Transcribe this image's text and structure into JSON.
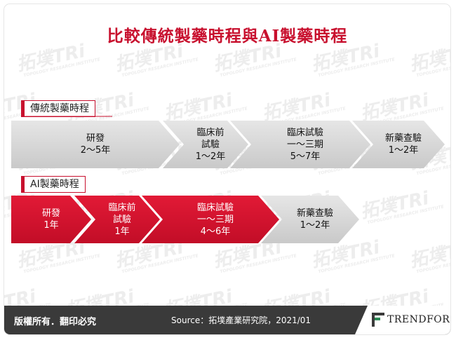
{
  "title": "比較傳統製藥時程與AI製藥時程",
  "watermark": {
    "brand": "拓墣TRi",
    "sub": "TOPOLOGY RESEARCH INSTITUTE"
  },
  "traditional": {
    "label": "傳統製藥時程",
    "stages": [
      {
        "text": "研發\n2～5年"
      },
      {
        "text": "臨床前\n試驗\n1～2年"
      },
      {
        "text": "臨床試驗\n一～三期\n5～7年"
      },
      {
        "text": "新藥查驗\n1～2年"
      }
    ]
  },
  "ai": {
    "label": "AI製藥時程",
    "stages": [
      {
        "text": "研發\n1年"
      },
      {
        "text": "臨床前\n試驗\n1年"
      },
      {
        "text": "臨床試驗\n一～三期\n4～6年"
      },
      {
        "text": "新藥查驗\n1～2年"
      }
    ]
  },
  "footer": {
    "copyright": "版權所有．翻印必究",
    "source": "Source：拓墣產業研究院，2021/01",
    "logo": "TRENDFORCE"
  },
  "colors": {
    "accent": "#c8102e",
    "gray": "#d4d4d4",
    "footer": "#3a3a3a"
  }
}
